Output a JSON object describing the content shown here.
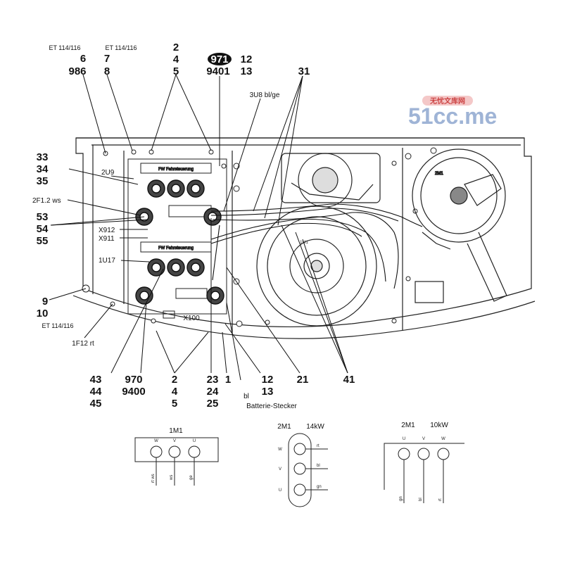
{
  "watermark": {
    "text": "51cc.me",
    "subtext": "无忧文库网",
    "color": "#9fb4d6"
  },
  "callouts": {
    "et_top_a": "ET 114/116",
    "n6": "6",
    "n986": "986",
    "et_top_b": "ET 114/116",
    "n7": "7",
    "n8": "8",
    "n2a": "2",
    "n4a": "4",
    "n5a": "5",
    "n971": "971",
    "n9401": "9401",
    "n12a": "12",
    "n13a": "13",
    "n31": "31",
    "u8": "3U8 bl/ge",
    "n33": "33",
    "n34": "34",
    "n35": "35",
    "u9": "2U9",
    "f12ws": "2F1.2 ws",
    "n53": "53",
    "n54": "54",
    "n55": "55",
    "x912": "X912",
    "x911": "X911",
    "u17": "1U17",
    "n9": "9",
    "n10": "10",
    "et_bottom": "ET 114/116",
    "f12rt": "1F12 rt",
    "x100": "X100",
    "n43": "43",
    "n44": "44",
    "n45": "45",
    "n970": "970",
    "n9400": "9400",
    "n2b": "2",
    "n4b": "4",
    "n5b": "5",
    "n23": "23",
    "n24": "24",
    "n25": "25",
    "n1": "1",
    "n12b": "12",
    "n13b": "13",
    "n21": "21",
    "n41": "41",
    "bl": "bl",
    "batterie": "Batterie-Stecker",
    "m1_small": "1M1",
    "m2_small": "2M1"
  },
  "motor_1m1": {
    "title": "1M1",
    "terminals": [
      "W",
      "V",
      "U"
    ],
    "wires": [
      "rt ws",
      "ws",
      "ge"
    ]
  },
  "motor_2m1_14kw": {
    "title": "2M1",
    "rating": "14kW",
    "terminals": [
      "W",
      "V",
      "U"
    ],
    "wires": [
      "rt",
      "bl",
      "gn"
    ]
  },
  "motor_2m1_10kw": {
    "title": "2M1",
    "rating": "10kW",
    "terminals": [
      "U",
      "V",
      "W"
    ],
    "wires": [
      "gn",
      "bl",
      "rt"
    ]
  }
}
